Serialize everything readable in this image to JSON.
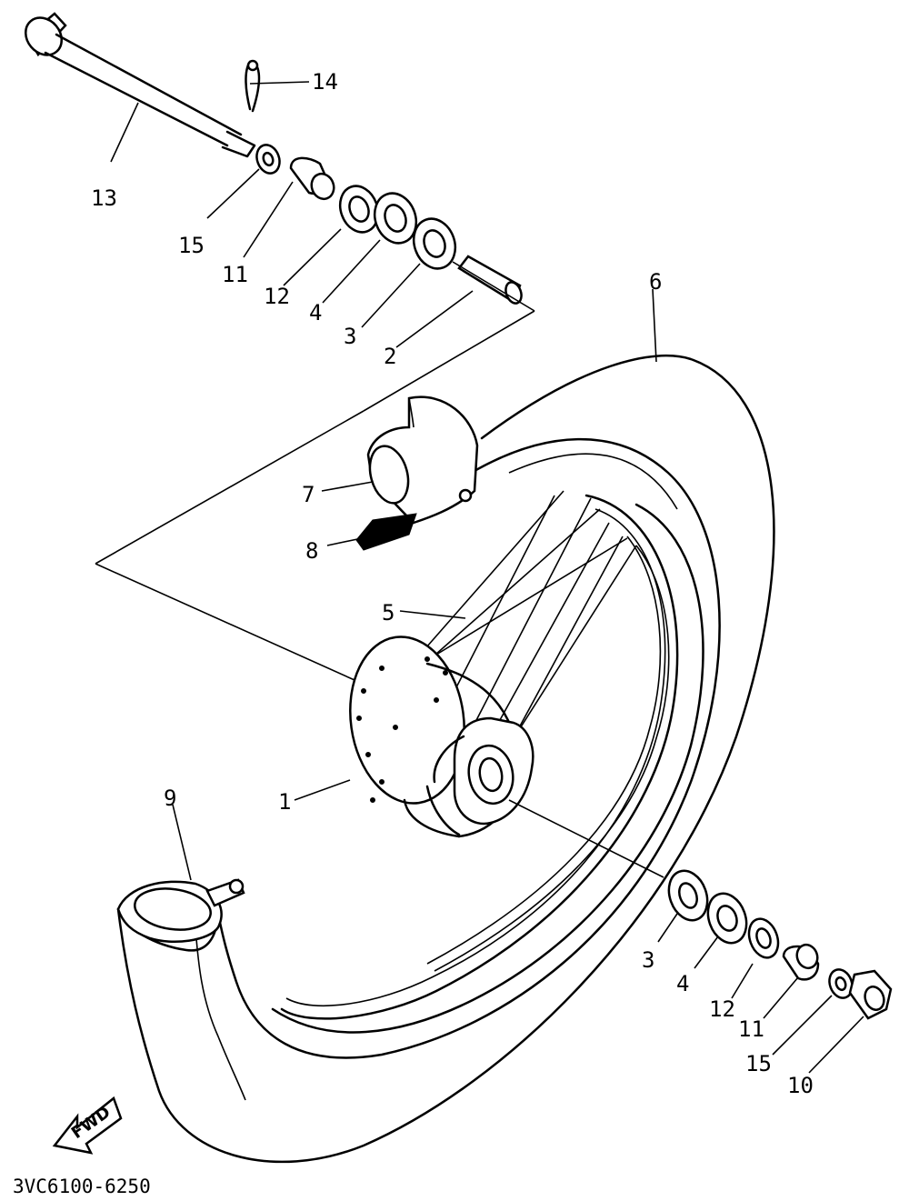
{
  "diagram": {
    "part_code": "3VC6100-6250",
    "fwd_label": "FWD",
    "callouts": {
      "n1": "1",
      "n2": "2",
      "n3_top": "3",
      "n3_bottom": "3",
      "n4_top": "4",
      "n4_bottom": "4",
      "n5": "5",
      "n6": "6",
      "n7": "7",
      "n8": "8",
      "n9": "9",
      "n10": "10",
      "n11_top": "11",
      "n11_bottom": "11",
      "n12_top": "12",
      "n12_bottom": "12",
      "n13": "13",
      "n14": "14",
      "n15_top": "15",
      "n15_bottom": "15"
    }
  }
}
